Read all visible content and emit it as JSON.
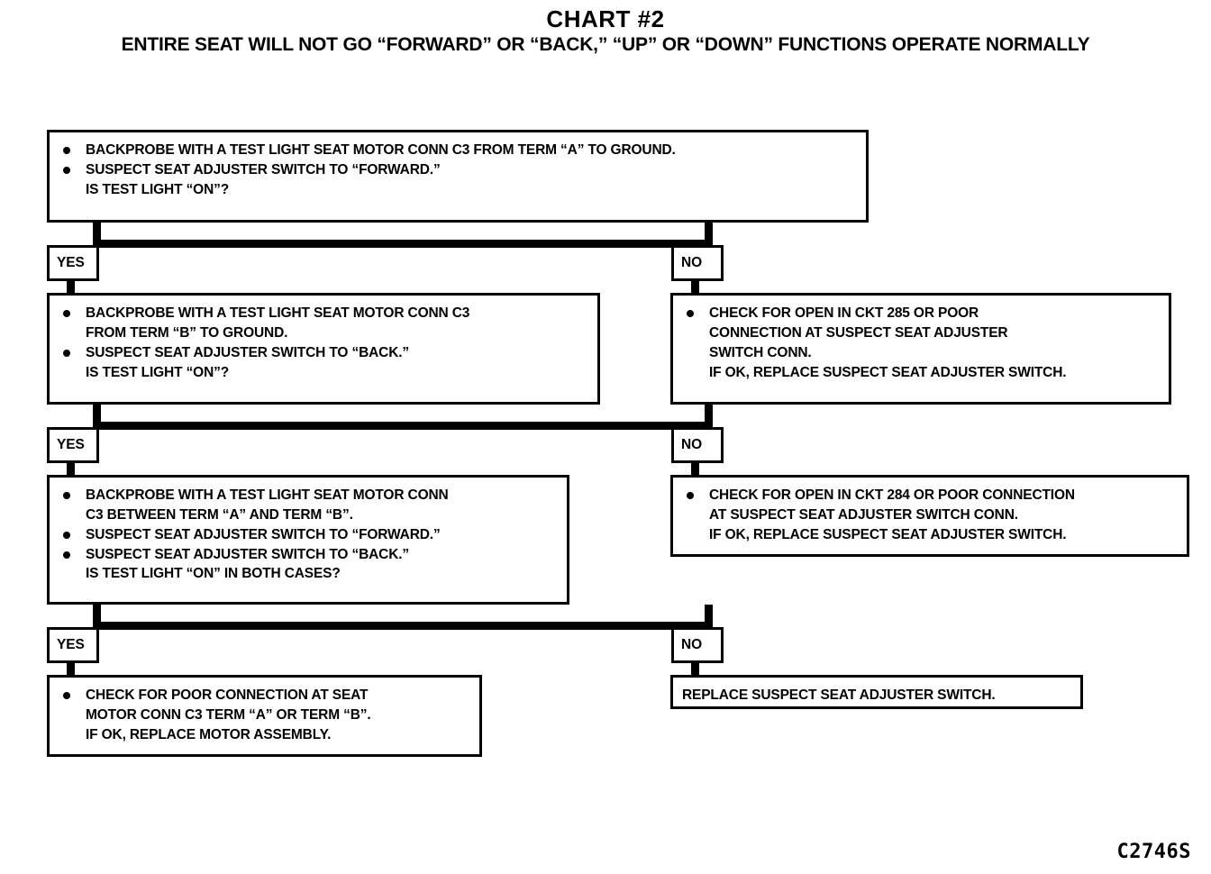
{
  "header": {
    "title": "CHART #2",
    "subtitle": "ENTIRE SEAT WILL NOT GO “FORWARD” OR “BACK,” “UP” OR “DOWN” FUNCTIONS OPERATE NORMALLY"
  },
  "labels": {
    "yes": "YES",
    "no": "NO"
  },
  "footer": {
    "code": "C2746S"
  },
  "colors": {
    "ink": "#000000",
    "paper": "#ffffff"
  },
  "flow": {
    "step1": {
      "id": "decision-1",
      "lines": [
        "BACKPROBE WITH A TEST LIGHT SEAT MOTOR CONN C3 FROM TERM “A” TO GROUND.",
        "SUSPECT SEAT ADJUSTER SWITCH TO “FORWARD.”\nIS TEST LIGHT “ON”?"
      ]
    },
    "step1_no": {
      "id": "action-ckt285",
      "lines": [
        "CHECK FOR OPEN IN CKT 285 OR POOR\nCONNECTION AT SUSPECT SEAT ADJUSTER\nSWITCH CONN.\nIF OK, REPLACE SUSPECT SEAT ADJUSTER SWITCH."
      ]
    },
    "step2": {
      "id": "decision-2",
      "lines": [
        "BACKPROBE WITH A TEST LIGHT SEAT MOTOR CONN C3\nFROM TERM “B” TO GROUND.",
        "SUSPECT SEAT ADJUSTER SWITCH TO “BACK.”\nIS TEST LIGHT “ON”?"
      ]
    },
    "step2_no": {
      "id": "action-ckt284",
      "lines": [
        "CHECK FOR OPEN IN CKT 284 OR POOR CONNECTION\nAT SUSPECT SEAT ADJUSTER SWITCH CONN.\nIF OK, REPLACE SUSPECT SEAT ADJUSTER SWITCH."
      ]
    },
    "step3": {
      "id": "decision-3",
      "lines": [
        "BACKPROBE WITH A TEST LIGHT SEAT MOTOR CONN\nC3 BETWEEN TERM “A” AND TERM “B”.",
        "SUSPECT SEAT ADJUSTER SWITCH TO “FORWARD.”",
        "SUSPECT SEAT ADJUSTER SWITCH TO “BACK.”\nIS TEST LIGHT “ON” IN BOTH CASES?"
      ]
    },
    "step3_no": {
      "id": "action-replace-switch",
      "lines": [
        "REPLACE SUSPECT SEAT ADJUSTER SWITCH."
      ]
    },
    "step3_yes": {
      "id": "action-motor-conn",
      "lines": [
        "CHECK FOR POOR CONNECTION AT SEAT\nMOTOR CONN C3 TERM “A” OR TERM “B”.\nIF OK, REPLACE MOTOR ASSEMBLY."
      ]
    }
  }
}
